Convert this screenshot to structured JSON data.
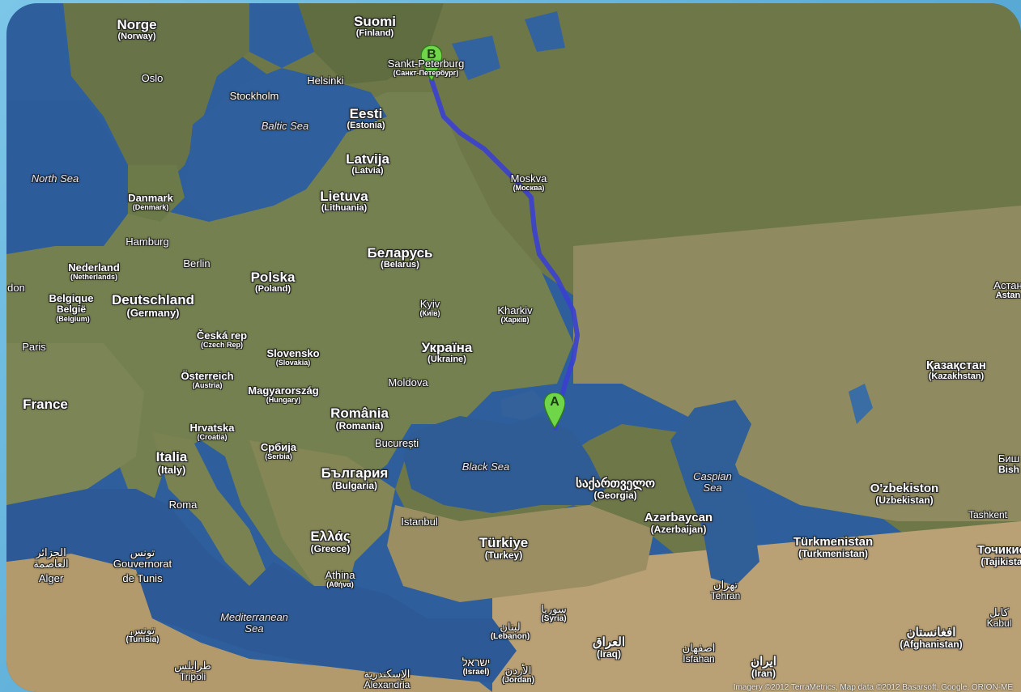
{
  "map": {
    "route_color": "#3a3fd0",
    "water_color": "#2e5f9c",
    "land_color": "#6f7a4a",
    "marker_color": "#6fd64a",
    "markers": [
      {
        "label": "A"
      },
      {
        "label": "B"
      }
    ],
    "labels": {
      "norge": {
        "name": "Norge",
        "sub": "(Norway)"
      },
      "suomi": {
        "name": "Suomi",
        "sub": "(Finland)"
      },
      "spb": {
        "name": "Sankt-Peterburg",
        "sub": "(Санкт-Петербург)"
      },
      "oslo": {
        "name": "Oslo"
      },
      "helsinki": {
        "name": "Helsinki"
      },
      "stockholm": {
        "name": "Stockholm"
      },
      "eesti": {
        "name": "Eesti",
        "sub": "(Estonia)"
      },
      "baltic": {
        "name": "Baltic Sea"
      },
      "northsea": {
        "name": "North Sea"
      },
      "latvija": {
        "name": "Latvija",
        "sub": "(Latvia)"
      },
      "moskva": {
        "name": "Moskva",
        "sub": "(Москва)"
      },
      "danmark": {
        "name": "Danmark",
        "sub": "(Denmark)"
      },
      "lietuva": {
        "name": "Lietuva",
        "sub": "(Lithuania)"
      },
      "hamburg": {
        "name": "Hamburg"
      },
      "berlin": {
        "name": "Berlin"
      },
      "nederland": {
        "name": "Nederland",
        "sub": "(Netherlands)"
      },
      "polska": {
        "name": "Polska",
        "sub": "(Poland)"
      },
      "belarus": {
        "name": "Беларусь",
        "sub": "(Belarus)"
      },
      "don": {
        "name": "don"
      },
      "belgique": {
        "name": "Belgique",
        "sub": "België"
      },
      "belgium": {
        "name": "(Belgium)"
      },
      "deutschland": {
        "name": "Deutschland",
        "sub": "(Germany)"
      },
      "kyiv": {
        "name": "Kyiv",
        "sub": "(Київ)"
      },
      "kharkiv": {
        "name": "Kharkiv",
        "sub": "(Харків)"
      },
      "astana": {
        "name": "Астан",
        "sub": "Astan"
      },
      "paris": {
        "name": "Paris"
      },
      "ceska": {
        "name": "Česká rep",
        "sub": "(Czech Rep)"
      },
      "slovensko": {
        "name": "Slovensko",
        "sub": "(Slovakia)"
      },
      "ukraina": {
        "name": "Україна",
        "sub": "(Ukraine)"
      },
      "kazakhstan": {
        "name": "Қазақстан",
        "sub": "(Kazakhstan)"
      },
      "osterreich": {
        "name": "Österreich",
        "sub": "(Austria)"
      },
      "magyar": {
        "name": "Magyarország",
        "sub": "(Hungary)"
      },
      "moldova": {
        "name": "Moldova"
      },
      "france": {
        "name": "France"
      },
      "romania": {
        "name": "România",
        "sub": "(Romania)"
      },
      "hrvatska": {
        "name": "Hrvatska",
        "sub": "(Croatia)"
      },
      "srbija": {
        "name": "Србија",
        "sub": "(Serbia)"
      },
      "bucuresti": {
        "name": "București"
      },
      "italia": {
        "name": "Italia",
        "sub": "(Italy)"
      },
      "blacksea": {
        "name": "Black Sea"
      },
      "bulgaria": {
        "name": "България",
        "sub": "(Bulgaria)"
      },
      "caspian": {
        "name": "Caspian",
        "sub": "Sea"
      },
      "bish": {
        "name": "Биш",
        "sub": "Bish"
      },
      "georgia": {
        "name": "საქართველო",
        "sub": "(Georgia)"
      },
      "uzbekistan": {
        "name": "O'zbekiston",
        "sub": "(Uzbekistan)"
      },
      "roma": {
        "name": "Roma"
      },
      "istanbul": {
        "name": "Istanbul"
      },
      "azerbaycan": {
        "name": "Azərbaycan",
        "sub": "(Azerbaijan)"
      },
      "tashkent": {
        "name": "Tashkent"
      },
      "ellas": {
        "name": "Ελλάς",
        "sub": "(Greece)"
      },
      "turkiye": {
        "name": "Türkiye",
        "sub": "(Turkey)"
      },
      "turkmenistan": {
        "name": "Türkmenistan",
        "sub": "(Turkmenistan)"
      },
      "tajik": {
        "name": "Точикис",
        "sub": "(Tajikista"
      },
      "alger": {
        "name": "الجزائر",
        "sub": "العاصمة"
      },
      "alger2": {
        "name": "Alger"
      },
      "tunis": {
        "name": "تونس",
        "sub": "Gouvernorat"
      },
      "tunis2": {
        "name": "de Tunis"
      },
      "athina": {
        "name": "Athina",
        "sub": "(Αθήνα)"
      },
      "tehran": {
        "name": "تهران",
        "sub": "Tehran"
      },
      "syria": {
        "name": "سوريا",
        "sub": "(Syria)"
      },
      "medsea": {
        "name": "Mediterranean",
        "sub": "Sea"
      },
      "lebanon": {
        "name": "لبنان",
        "sub": "(Lebanon)"
      },
      "kabul": {
        "name": "کابل",
        "sub": "Kabul"
      },
      "afghan": {
        "name": "افغانستان",
        "sub": "(Afghanistan)"
      },
      "tunisia": {
        "name": "تونس",
        "sub": "(Tunisia)"
      },
      "iraq": {
        "name": "العراق",
        "sub": "(Iraq)"
      },
      "isfahan": {
        "name": "اصفهان",
        "sub": "Isfahan"
      },
      "iran": {
        "name": "ایران",
        "sub": "(Iran)"
      },
      "tripoli": {
        "name": "طرابلس",
        "sub": "Tripoli"
      },
      "israel": {
        "name": "ישראל",
        "sub": "(Israel)"
      },
      "jordan": {
        "name": "الأردن",
        "sub": "(Jordan)"
      },
      "alexandria": {
        "name": "الإسكندرية",
        "sub": "Alexandria"
      }
    },
    "copyright": "Imagery ©2012 TerraMetrics, Map data ©2012 Basarsoft, Google, ORION-ME"
  }
}
